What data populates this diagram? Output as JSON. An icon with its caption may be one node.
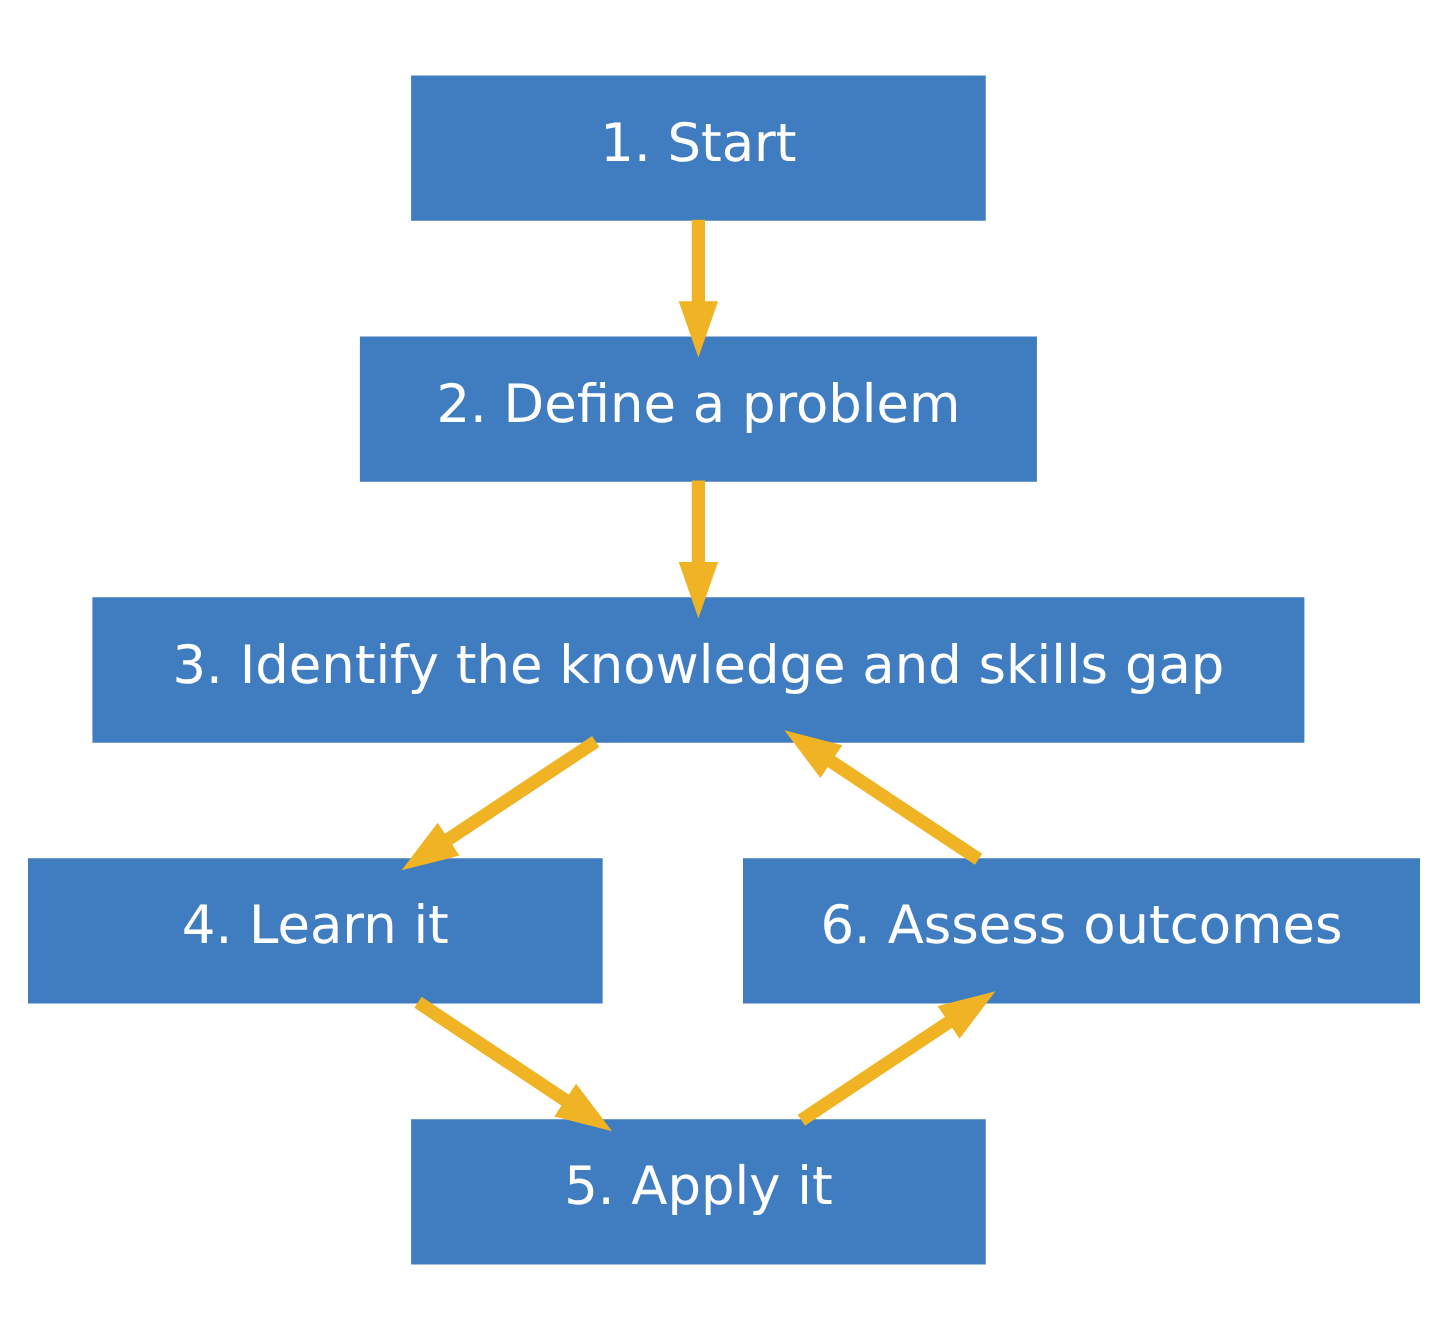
{
  "diagram": {
    "nodes": [
      {
        "text": [
          "1. Start"
        ]
      },
      {
        "text": [
          "2. Define a problem"
        ]
      },
      {
        "text": [
          "3. Identify the knowledge and skills gap"
        ]
      },
      {
        "text": [
          "4. Learn it"
        ]
      },
      {
        "text": [
          "5. Apply it"
        ]
      },
      {
        "text": [
          "6. Assess outcomes"
        ]
      }
    ],
    "edges": [
      {
        "from": 0,
        "to": 1,
        "arrow": "to"
      },
      {
        "from": 1,
        "to": 2,
        "arrow": "to"
      },
      {
        "from": 2,
        "to": 3,
        "arrow": "to"
      },
      {
        "from": 3,
        "to": 4,
        "arrow": "to"
      },
      {
        "from": 4,
        "to": 5,
        "arrow": "to"
      },
      {
        "from": 5,
        "to": 2,
        "arrow": "to"
      }
    ]
  }
}
